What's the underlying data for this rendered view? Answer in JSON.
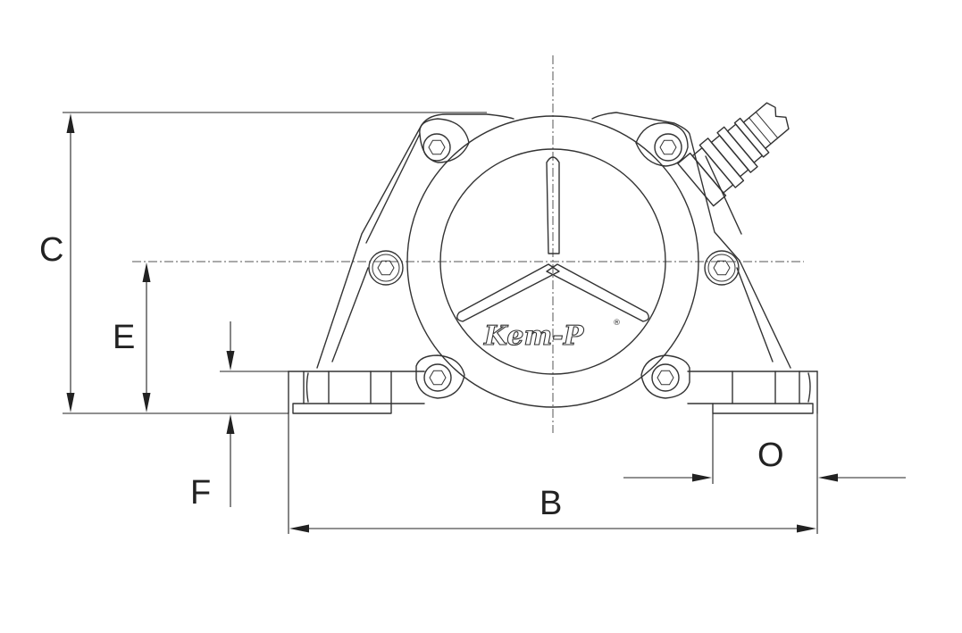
{
  "dimensions": {
    "b": "B",
    "c": "C",
    "e": "E",
    "f": "F",
    "o": "O"
  },
  "brand": {
    "logo_text": "Kem-P",
    "registered_mark": "®"
  }
}
